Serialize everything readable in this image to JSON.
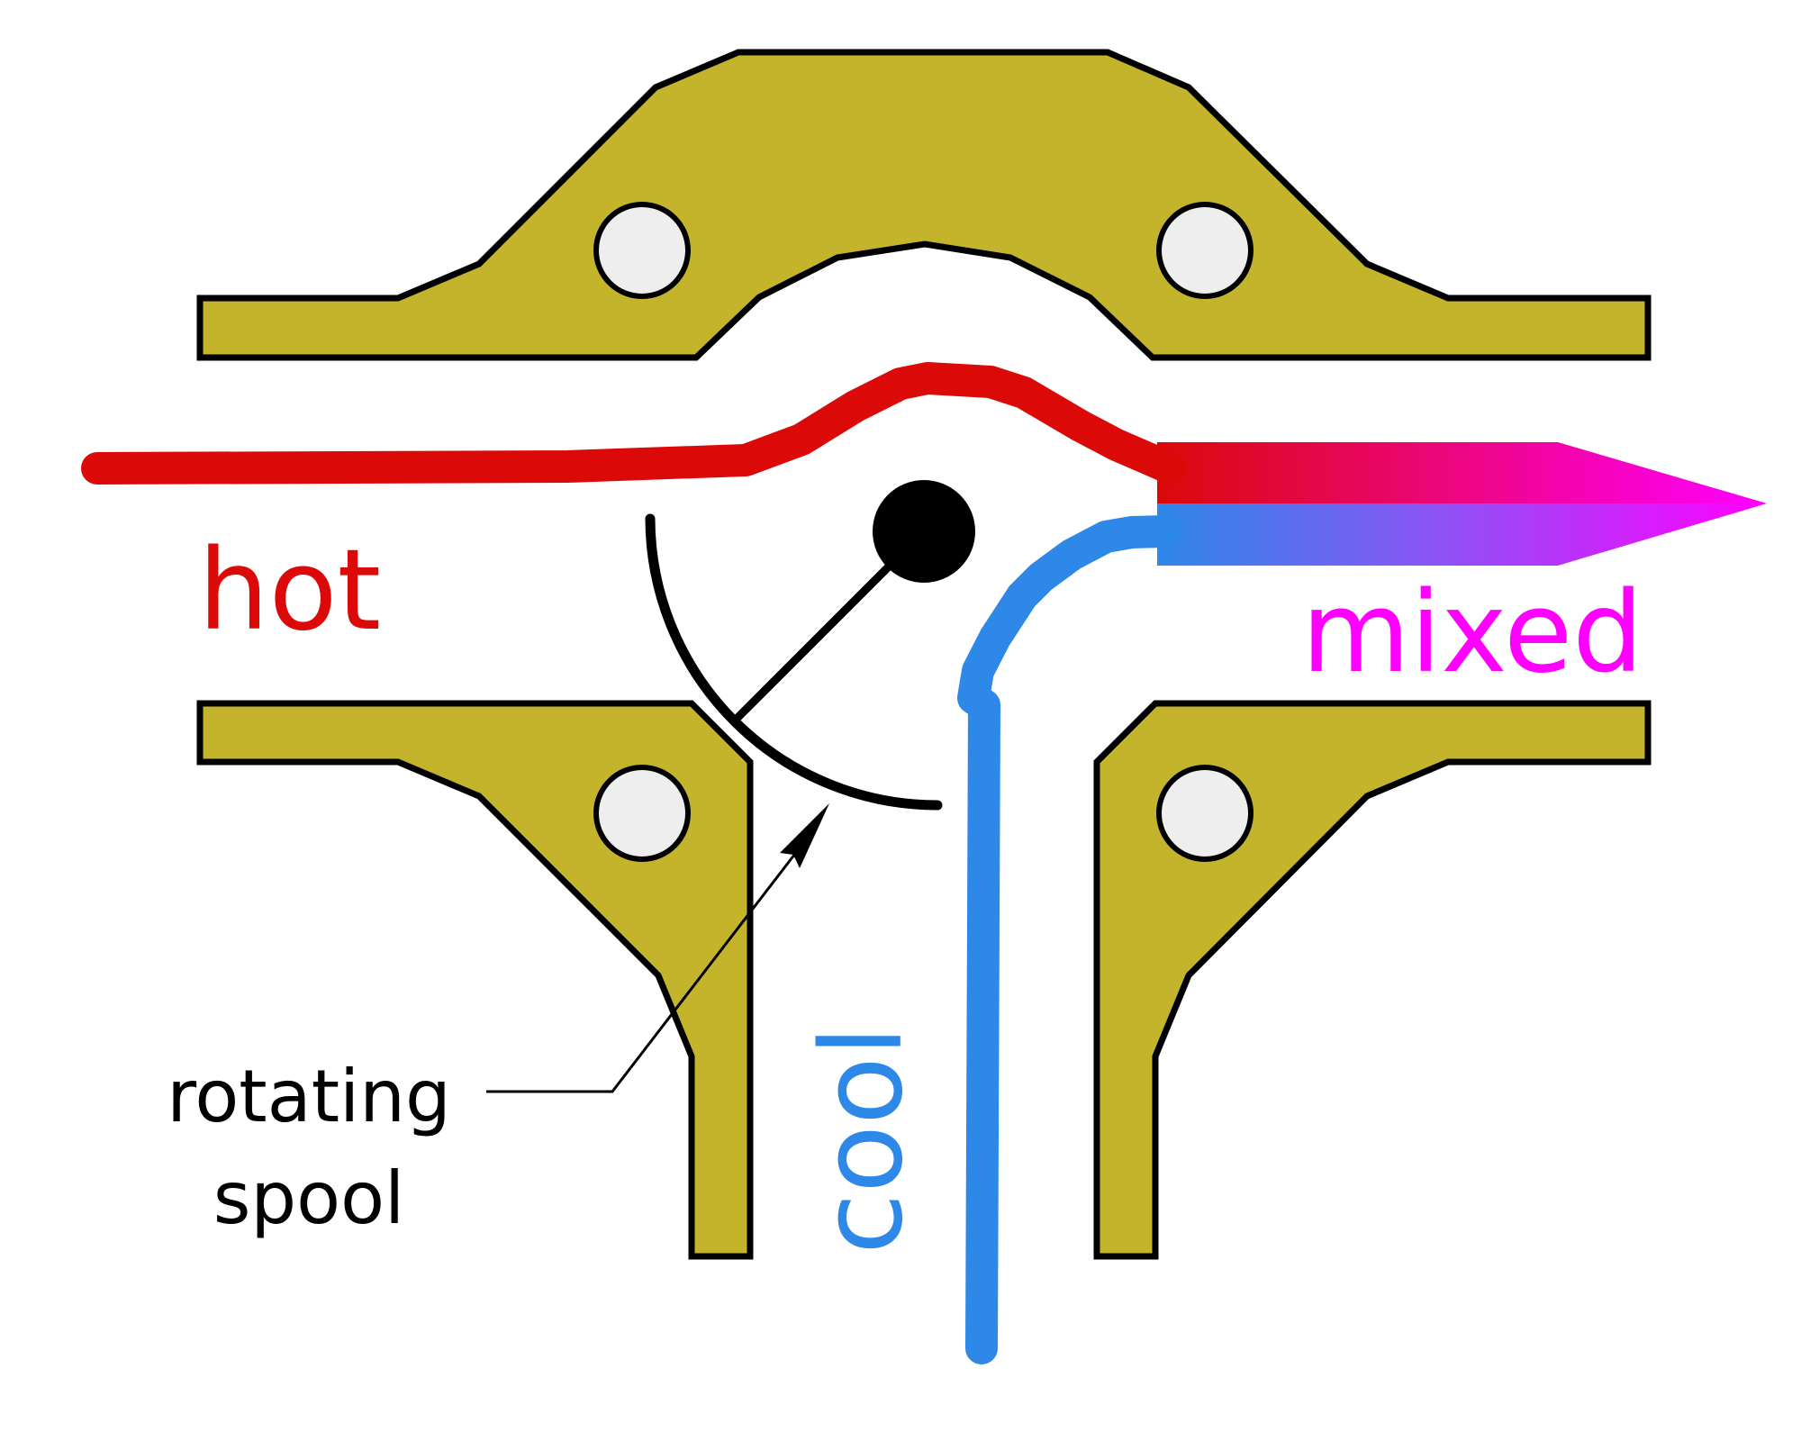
{
  "labels": {
    "hot": "hot",
    "mixed": "mixed",
    "cool": "cool",
    "spool_line1": "rotating",
    "spool_line2": "spool"
  },
  "colors": {
    "housing": "#C4B42B",
    "housing_stroke": "#000000",
    "bolt": "#EEEEEE",
    "hot": "#DC0909",
    "cool": "#2E88E8",
    "mixed": "#FF00FF",
    "spool": "#000000",
    "background": "#FFFFFF"
  }
}
